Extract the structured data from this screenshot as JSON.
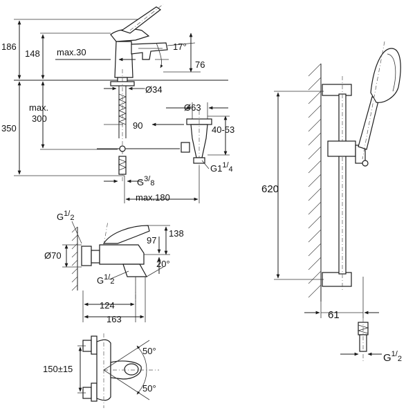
{
  "basin_mixer": {
    "overall_height": "186",
    "spout_height": "148",
    "spout_reach_max": "max.30",
    "lever_angle": "17°",
    "lever_depth": "76",
    "hole_diameter": "Ø34",
    "waste_diameter": "Ø63",
    "tail_length_max_line1": "max.",
    "tail_length_max_line2": "300",
    "total_height": "350",
    "waste_offset": "90",
    "waste_range": "40-53",
    "waste_thread_base": "G1",
    "waste_thread_frac_num": "1",
    "waste_thread_frac_den": "4",
    "supply_thread_base": "G",
    "supply_thread_frac_num": "3",
    "supply_thread_frac_den": "8",
    "supply_reach_max": "max.180"
  },
  "bath_mixer_side": {
    "top_thread_base": "G",
    "top_thread_frac_num": "1",
    "top_thread_frac_den": "2",
    "height": "138",
    "spout_height": "97",
    "rosette_diameter": "Ø70",
    "outlet_thread_base": "G",
    "outlet_thread_frac_num": "1",
    "outlet_thread_frac_den": "2",
    "outlet_angle": "20°",
    "spout_reach": "124",
    "total_reach": "163"
  },
  "bath_mixer_front": {
    "centres": "150±15",
    "lever_angle_up": "50°",
    "lever_angle_down": "50°"
  },
  "shower_rail": {
    "rail_length": "620",
    "wall_distance": "61",
    "hose_thread_base": "G",
    "hose_thread_frac_num": "1",
    "hose_thread_frac_den": "2"
  }
}
